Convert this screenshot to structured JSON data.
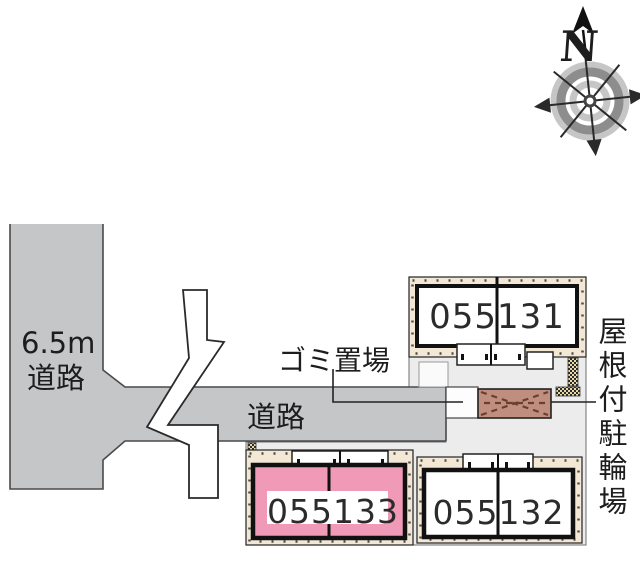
{
  "plan": {
    "title_hint": "site plan",
    "compass": {
      "north_label": "N"
    },
    "roads": {
      "left_road_label_line1": "6.5m",
      "left_road_label_line2": "道路",
      "horizontal_road_label": "道路"
    },
    "annotations": {
      "garbage_label": "ゴミ置場",
      "bike_parking_label": "屋根付駐輪場"
    },
    "buildings": [
      {
        "id": "055131",
        "highlighted": false
      },
      {
        "id": "055132",
        "highlighted": false
      },
      {
        "id": "055133",
        "highlighted": true
      }
    ],
    "colors": {
      "road_gray": "#c5c6c8",
      "site_gray": "#ececec",
      "building_band_tan": "#f2e8d5",
      "highlight_pink": "#f09ab8",
      "bike_shed_brown": "#bf8e7e",
      "hatch_cream": "#e9d9a6",
      "line_dark": "#222222"
    }
  }
}
